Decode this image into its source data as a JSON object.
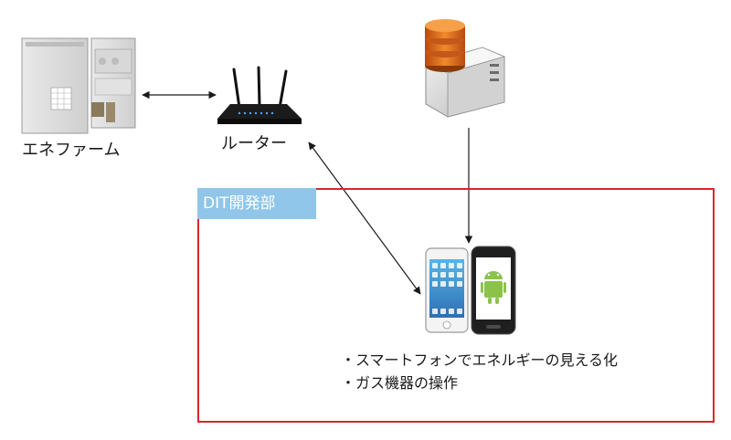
{
  "nodes": {
    "enefarm": {
      "label": "エネファーム",
      "icon": "fuel-cell-unit-icon"
    },
    "router": {
      "label": "ルーター",
      "icon": "wifi-router-icon"
    },
    "server": {
      "icon": "database-server-icon"
    },
    "phones": {
      "icon": "smartphones-icon"
    }
  },
  "group": {
    "tag": "DIT開発部",
    "border_color": "#d9262b",
    "tag_color": "#8fc6ea"
  },
  "features": [
    "・スマートフォンでエネルギーの見える化",
    "・ガス機器の操作"
  ]
}
